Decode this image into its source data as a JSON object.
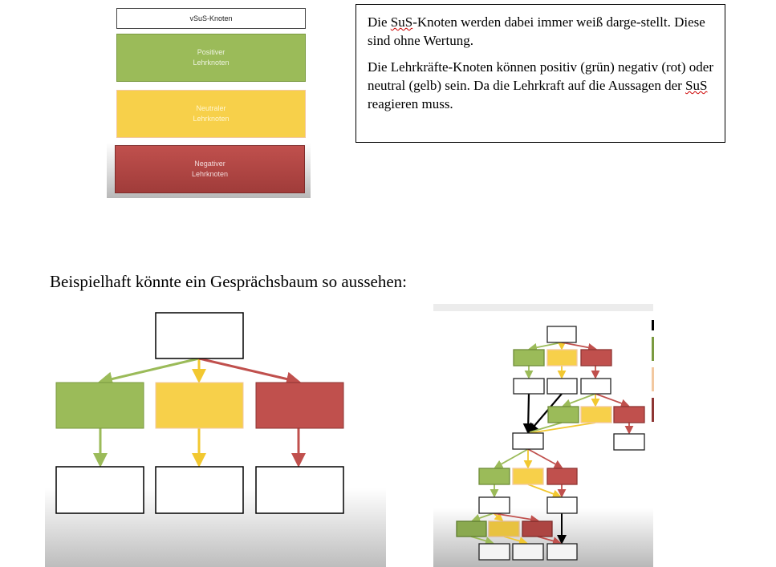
{
  "legend": {
    "sus_node": "vSuS-Knoten",
    "positive": [
      "Positiver",
      "Lehrknoten"
    ],
    "neutral": [
      "Neutraler",
      "Lehrknoten"
    ],
    "negative": [
      "Negativer",
      "Lehrknoten"
    ]
  },
  "explanation": {
    "p1_a": "Die ",
    "p1_sus": "SuS",
    "p1_b": "-Knoten werden dabei immer weiß darge-stellt. Diese sind ohne Wertung.",
    "p2_a": "Die Lehrkräfte-Knoten können positiv (grün) negativ (rot) oder neutral (gelb) sein. Da die Lehrkraft auf die Aussagen der ",
    "p2_sus": "SuS",
    "p2_b": " reagieren muss."
  },
  "heading": "Beispielhaft könnte ein Gesprächsbaum so aussehen:",
  "colors": {
    "green": "#9bbb59",
    "yellow": "#f7d04a",
    "red": "#c0504d",
    "dark_red": "#a33c3a"
  }
}
